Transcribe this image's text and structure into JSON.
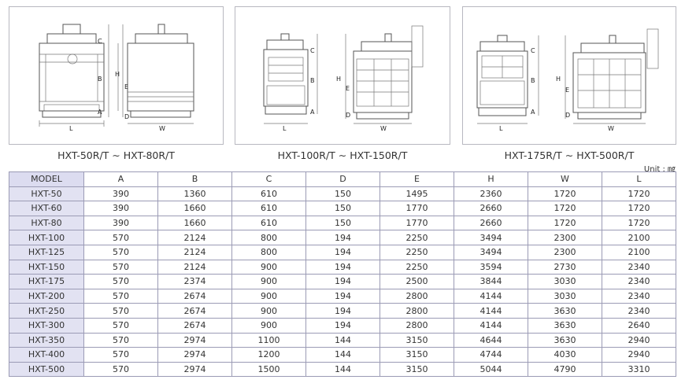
{
  "diagrams": [
    {
      "caption": "HXT-50R/T ∼ HXT-80R/T",
      "dim_labels": {
        "c": "C",
        "b": "B",
        "a": "A",
        "h": "H",
        "e": "E",
        "d": "D",
        "l": "L",
        "w": "W"
      }
    },
    {
      "caption": "HXT-100R/T ∼ HXT-150R/T",
      "dim_labels": {
        "c": "C",
        "b": "B",
        "a": "A",
        "h": "H",
        "e": "E",
        "d": "D",
        "l": "L",
        "w": "W"
      }
    },
    {
      "caption": "HXT-175R/T ∼ HXT-500R/T",
      "dim_labels": {
        "c": "C",
        "b": "B",
        "a": "A",
        "h": "H",
        "e": "E",
        "d": "D",
        "l": "L",
        "w": "W"
      }
    }
  ],
  "unit": "Unit : ㎎",
  "table": {
    "headers": [
      "MODEL",
      "A",
      "B",
      "C",
      "D",
      "E",
      "H",
      "W",
      "L"
    ],
    "rows": [
      [
        "HXT-50",
        "390",
        "1360",
        "610",
        "150",
        "1495",
        "2360",
        "1720",
        "1720"
      ],
      [
        "HXT-60",
        "390",
        "1660",
        "610",
        "150",
        "1770",
        "2660",
        "1720",
        "1720"
      ],
      [
        "HXT-80",
        "390",
        "1660",
        "610",
        "150",
        "1770",
        "2660",
        "1720",
        "1720"
      ],
      [
        "HXT-100",
        "570",
        "2124",
        "800",
        "194",
        "2250",
        "3494",
        "2300",
        "2100"
      ],
      [
        "HXT-125",
        "570",
        "2124",
        "800",
        "194",
        "2250",
        "3494",
        "2300",
        "2100"
      ],
      [
        "HXT-150",
        "570",
        "2124",
        "900",
        "194",
        "2250",
        "3594",
        "2730",
        "2340"
      ],
      [
        "HXT-175",
        "570",
        "2374",
        "900",
        "194",
        "2500",
        "3844",
        "3030",
        "2340"
      ],
      [
        "HXT-200",
        "570",
        "2674",
        "900",
        "194",
        "2800",
        "4144",
        "3030",
        "2340"
      ],
      [
        "HXT-250",
        "570",
        "2674",
        "900",
        "194",
        "2800",
        "4144",
        "3630",
        "2340"
      ],
      [
        "HXT-300",
        "570",
        "2674",
        "900",
        "194",
        "2800",
        "4144",
        "3630",
        "2640"
      ],
      [
        "HXT-350",
        "570",
        "2974",
        "1100",
        "144",
        "3150",
        "4644",
        "3630",
        "2940"
      ],
      [
        "HXT-400",
        "570",
        "2974",
        "1200",
        "144",
        "3150",
        "4744",
        "4030",
        "2940"
      ],
      [
        "HXT-500",
        "570",
        "2974",
        "1500",
        "144",
        "3150",
        "5044",
        "4790",
        "3310"
      ]
    ]
  }
}
